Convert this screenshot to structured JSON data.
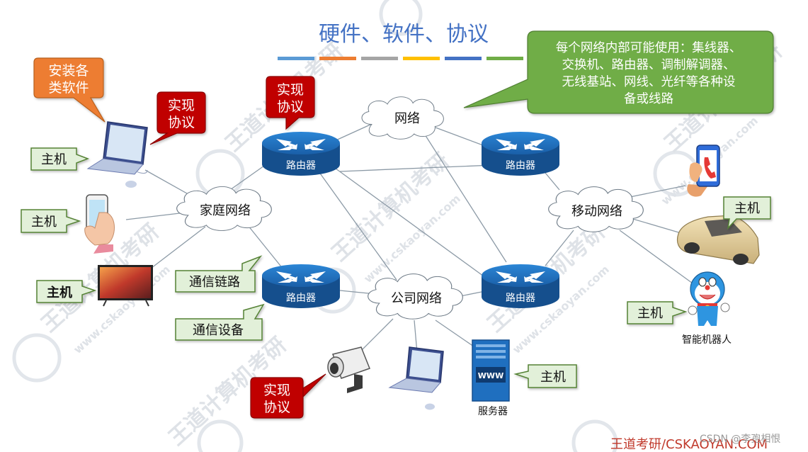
{
  "title": "硬件、软件、协议",
  "title_bar_colors": [
    "#5b9bd5",
    "#ed7d31",
    "#a5a5a5",
    "#ffc000",
    "#4472c4",
    "#70ad47"
  ],
  "bubbles": {
    "install_software": "安装各\n类软件",
    "protocol_laptop": "实现\n协议",
    "protocol_router": "实现\n协议",
    "protocol_camera": "实现\n协议",
    "network_devices": "每个网络内部可能使用：集线器、\n交换机、路由器、调制解调器、\n无线基站、网线、光纤等各种设\n备或线路"
  },
  "host_labels": {
    "laptop": "主机",
    "phone": "主机",
    "tv": "主机",
    "car": "主机",
    "robot": "主机",
    "server": "主机"
  },
  "link_labels": {
    "comm_link": "通信链路",
    "comm_device": "通信设备"
  },
  "clouds": {
    "internet": "网络",
    "home": "家庭网络",
    "company": "公司网络",
    "mobile": "移动网络"
  },
  "routers": {
    "top_left": "路由器",
    "top_right": "路由器",
    "bottom_left": "路由器",
    "bottom_right": "路由器"
  },
  "server": {
    "screen": "WWW",
    "caption": "服务器"
  },
  "robot_caption": "智能机器人",
  "watermark": {
    "brand": "王道计算机考研",
    "url": "www.cskaoyan.com"
  },
  "footer": {
    "brand": "王道考研/CSKAOYAN.COM",
    "csdn": "CSDN @李孢相恨"
  },
  "colors": {
    "title": "#4472c4",
    "green_box_fill": "#70ad47",
    "green_box_stroke": "#507e32",
    "label_fill": "#e2f0d9",
    "label_stroke": "#548235",
    "red_bubble": "#c00000",
    "orange_bubble": "#ed7d31",
    "router_blue": "#1f6fbf",
    "footer_red": "#c0392b"
  }
}
